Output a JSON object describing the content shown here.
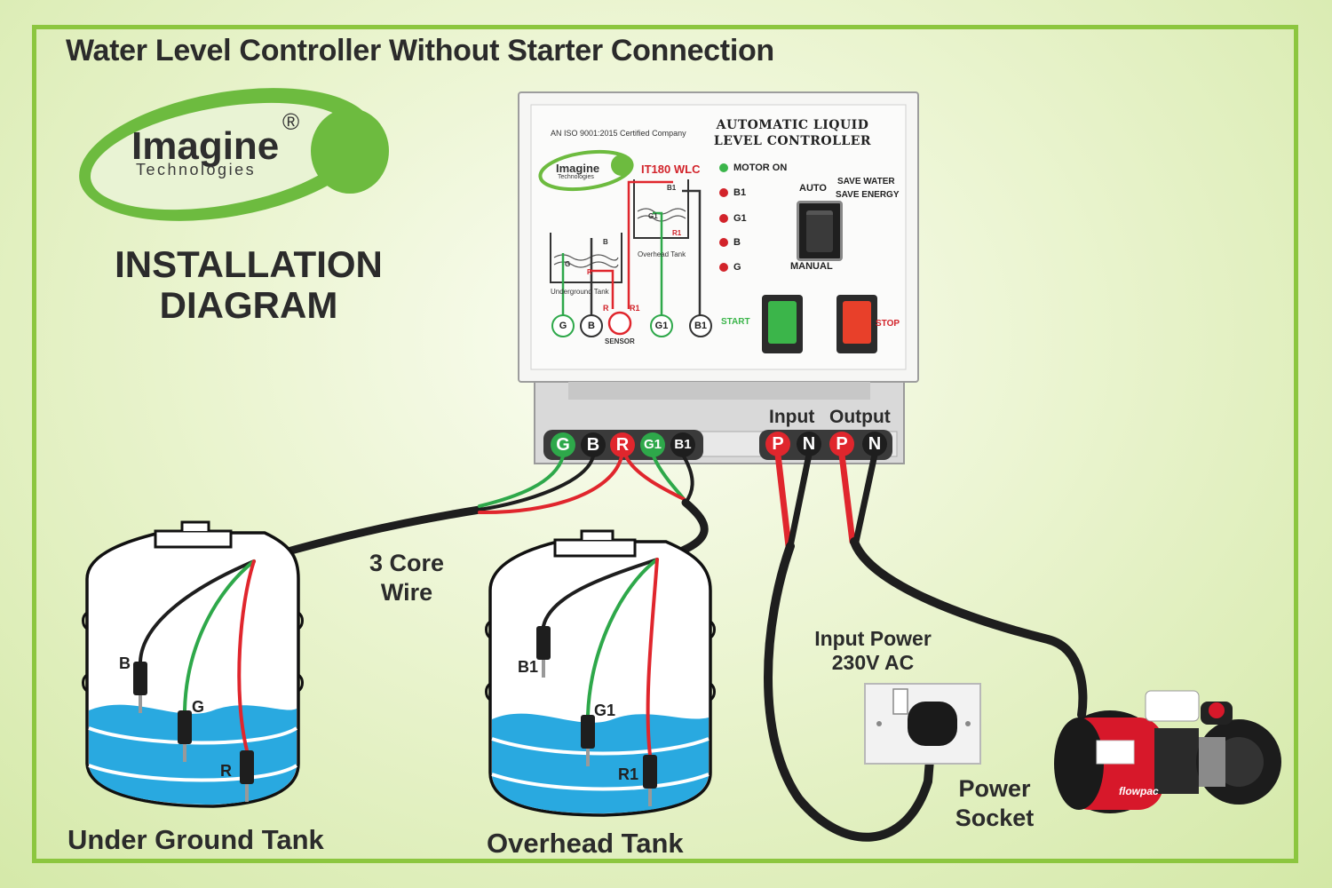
{
  "title": "Water Level Controller Without Starter Connection",
  "logo": {
    "name": "Imagine",
    "sub": "Technologies",
    "reg": "®"
  },
  "heading": {
    "line1": "INSTALLATION",
    "line2": "DIAGRAM"
  },
  "controller": {
    "iso": "AN ISO 9001:2015 Certified Company",
    "title_line1": "AUTOMATIC LIQUID",
    "title_line2": "LEVEL CONTROLLER",
    "model": "IT180 WLC",
    "logo_name": "Imagine",
    "logo_sub": "Technologies",
    "leds": [
      "MOTOR ON",
      "B1",
      "G1",
      "B",
      "G"
    ],
    "auto": "AUTO",
    "manual": "MANUAL",
    "save1": "SAVE WATER",
    "save2": "SAVE ENERGY",
    "start": "START",
    "stop": "STOP",
    "ug_tank_label": "Underground Tank",
    "oh_tank_label": "Overhead Tank",
    "sensor": "SENSOR",
    "circle_labels": [
      "G",
      "B",
      "G1",
      "B1"
    ],
    "wire_labels": [
      "R",
      "R1"
    ],
    "inner_probe_labels": [
      "B",
      "G",
      "R",
      "B1",
      "G1",
      "R1"
    ]
  },
  "terminals": {
    "sensor": [
      "G",
      "B",
      "R",
      "G1",
      "B1"
    ],
    "input_label": "Input",
    "output_label": "Output",
    "power": [
      "P",
      "N",
      "P",
      "N"
    ]
  },
  "wire_label": {
    "line1": "3 Core",
    "line2": "Wire"
  },
  "power_label": {
    "line1": "Input Power",
    "line2": "230V AC"
  },
  "socket_label": {
    "line1": "Power",
    "line2": "Socket"
  },
  "tanks": {
    "underground": {
      "label": "Under Ground Tank",
      "probes": [
        "B",
        "G",
        "R"
      ]
    },
    "overhead": {
      "label": "Overhead Tank",
      "probes": [
        "B1",
        "G1",
        "R1"
      ]
    }
  },
  "pump": {
    "brand": "flowpac"
  },
  "colors": {
    "accent_green": "#8cc63f",
    "wire_red": "#e0262d",
    "wire_green": "#2ea84a",
    "wire_black": "#1e1e1e",
    "water_blue": "#29a9e0"
  }
}
